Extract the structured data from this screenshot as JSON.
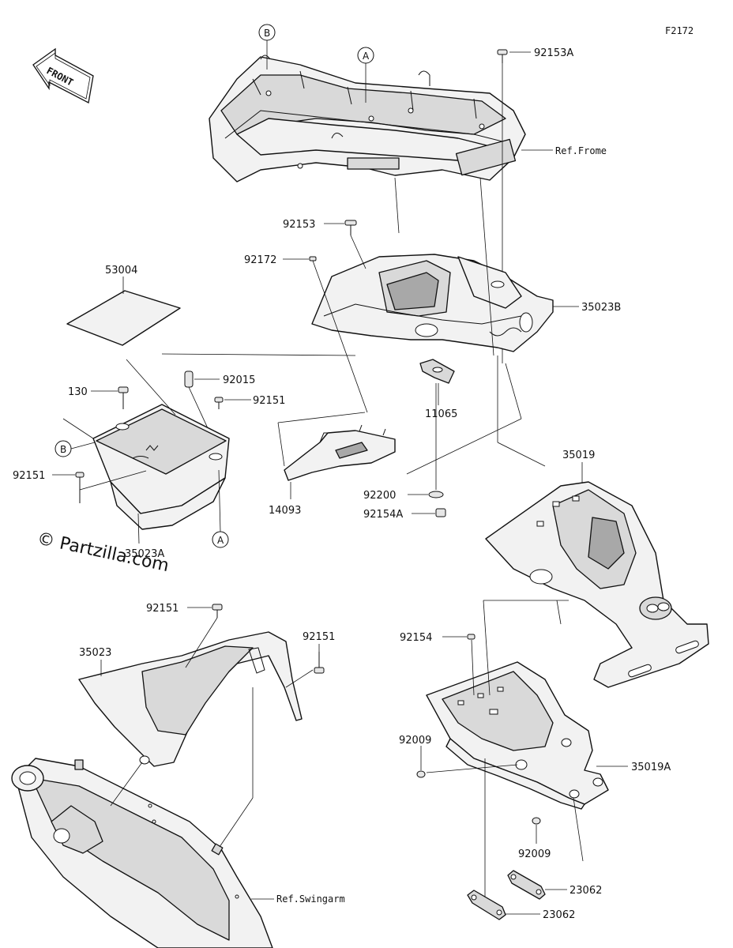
{
  "figure_code": "F2172",
  "front_label": "FRONT",
  "watermark": "© Partzilla.com",
  "callouts": {
    "B_top": "B",
    "A_top": "A",
    "B_left": "B",
    "A_left": "A"
  },
  "parts": {
    "p92153A": "92153A",
    "ref_frame": "Ref.Frome",
    "p92153": "92153",
    "p92172": "92172",
    "p35023B": "35023B",
    "p53004": "53004",
    "p92015": "92015",
    "p130": "130",
    "p92151_a": "92151",
    "p11065": "11065",
    "p92151_b": "92151",
    "p14093": "14093",
    "p92200": "92200",
    "p92154A": "92154A",
    "p35023A": "35023A",
    "p35019": "35019",
    "p92151_c": "92151",
    "p92151_d": "92151",
    "p35023": "35023",
    "p92154": "92154",
    "p92009_a": "92009",
    "p35019A": "35019A",
    "p92009_b": "92009",
    "ref_swingarm": "Ref.Swingarm",
    "p23062_a": "23062",
    "p23062_b": "23062"
  }
}
